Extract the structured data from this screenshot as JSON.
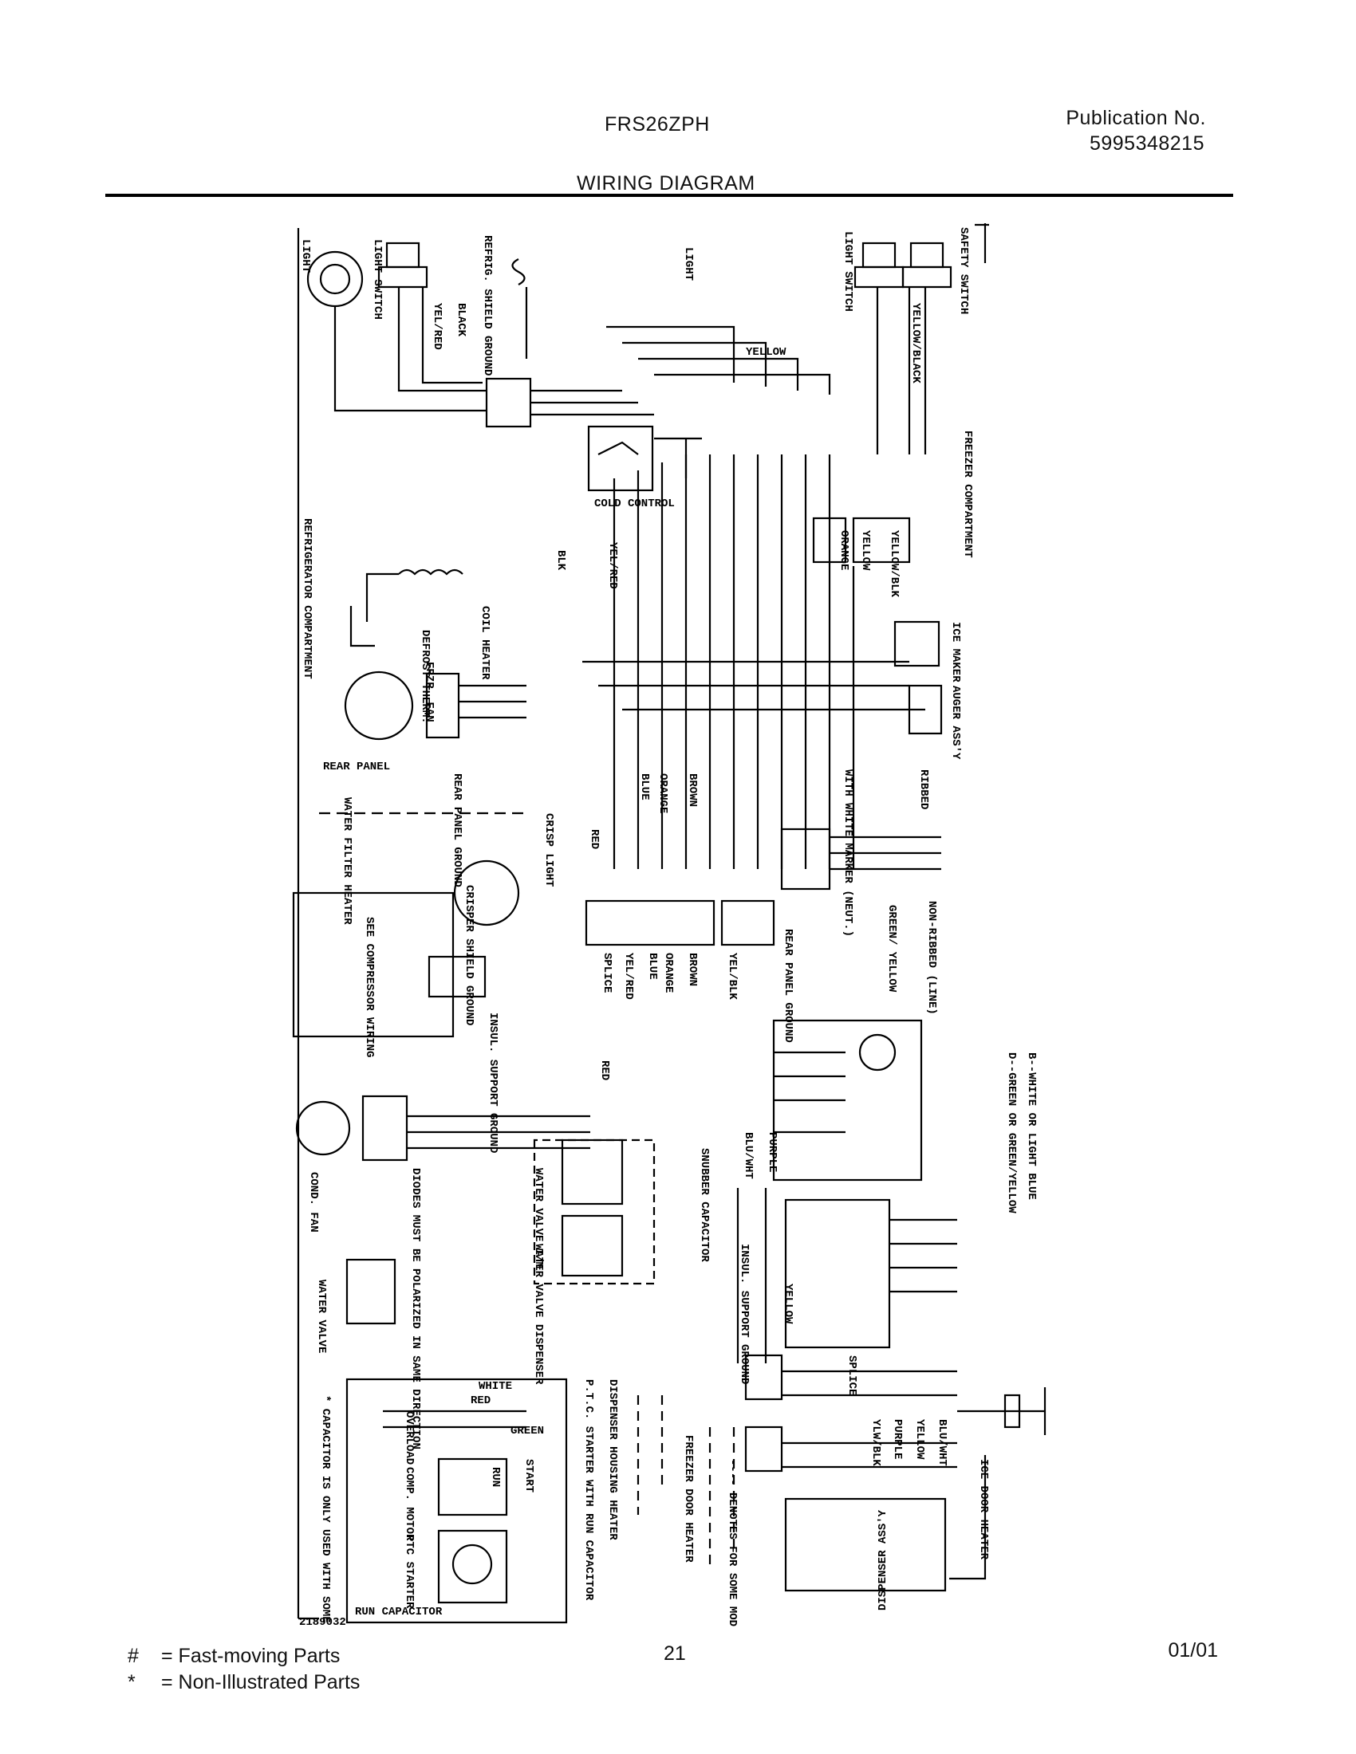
{
  "header": {
    "model": "FRS26ZPH",
    "publication_label": "Publication No.",
    "publication_number": "5995348215",
    "title": "WIRING DIAGRAM"
  },
  "diagram": {
    "labels": [
      "LIGHT",
      "LIGHT SWITCH",
      "REFRIG. SHIELD GROUND",
      "YEL/RED",
      "BLACK",
      "LIGHT",
      "YELLOW",
      "LIGHT SWITCH",
      "SAFETY SWITCH",
      "YELLOW/BLACK",
      "COLD CONTROL",
      "FREEZER COMPARTMENT",
      "REFRIGERATOR COMPARTMENT",
      "BLK",
      "COIL HEATER",
      "DEFROST THERM.",
      "ICE MAKER",
      "YEL/RED",
      "YELLOW",
      "ORANGE",
      "YELLOW/BLK",
      "FRZR. FAN",
      "AUGER ASS'Y",
      "REAR PANEL",
      "REAR PANEL GROUND",
      "WATER FILTER HEATER",
      "CRISP LIGHT",
      "RED",
      "ORANGE",
      "BROWN",
      "BLUE",
      "RIBBED",
      "WITH WHITE MARKER (NEUT.)",
      "CRISPER SHIELD GROUND",
      "SEE COMPRESSOR WIRING",
      "SPLICE",
      "YEL/RED",
      "ORANGE",
      "BLUE",
      "BROWN",
      "YEL/BLK",
      "REAR PANEL GROUND",
      "GREEN/ YELLOW",
      "NON-RIBBED (LINE)",
      "INSUL. SUPPORT GROUND",
      "RED",
      "BLU/WHT",
      "PURPLE",
      "COND. FAN",
      "DIODES MUST BE POLARIZED IN SAME DIRECTION",
      "WATER VALVE I/M",
      "WATER VALVE DISPENSER",
      "SNUBBER CAPACITOR",
      "INSUL. SUPPORT GROUND",
      "WATER VALVE",
      "YELLOW",
      "B--WHITE OR LIGHT BLUE",
      "D--GREEN OR GREEN/YELLOW",
      "WHITE",
      "RED",
      "GREEN",
      "OVERLOAD",
      "START",
      "RUN",
      "COMP. MOTOR",
      "PTC STARTER",
      "RUN CAPACITOR",
      "* CAPACITOR IS ONLY USED WITH SOME P.T.C. MODELS.",
      "P.T.C. STARTER WITH RUN CAPACITOR",
      "DISPENSER HOUSING HEATER",
      "FREEZER DOOR HEATER",
      "---- DENOTES FOR SOME MODELS ONLY.",
      "DISPENSER ASS'Y",
      "BLU/WHT",
      "YELLOW",
      "PURPLE",
      "YLW/BLK",
      "ICE DOOR HEATER",
      "SPLICE",
      "2189032"
    ]
  },
  "footer": {
    "legend": [
      {
        "symbol": "#",
        "text": "=  Fast-moving Parts"
      },
      {
        "symbol": "*",
        "text": "=  Non-Illustrated Parts"
      }
    ],
    "page_number": "21",
    "date": "01/01"
  }
}
